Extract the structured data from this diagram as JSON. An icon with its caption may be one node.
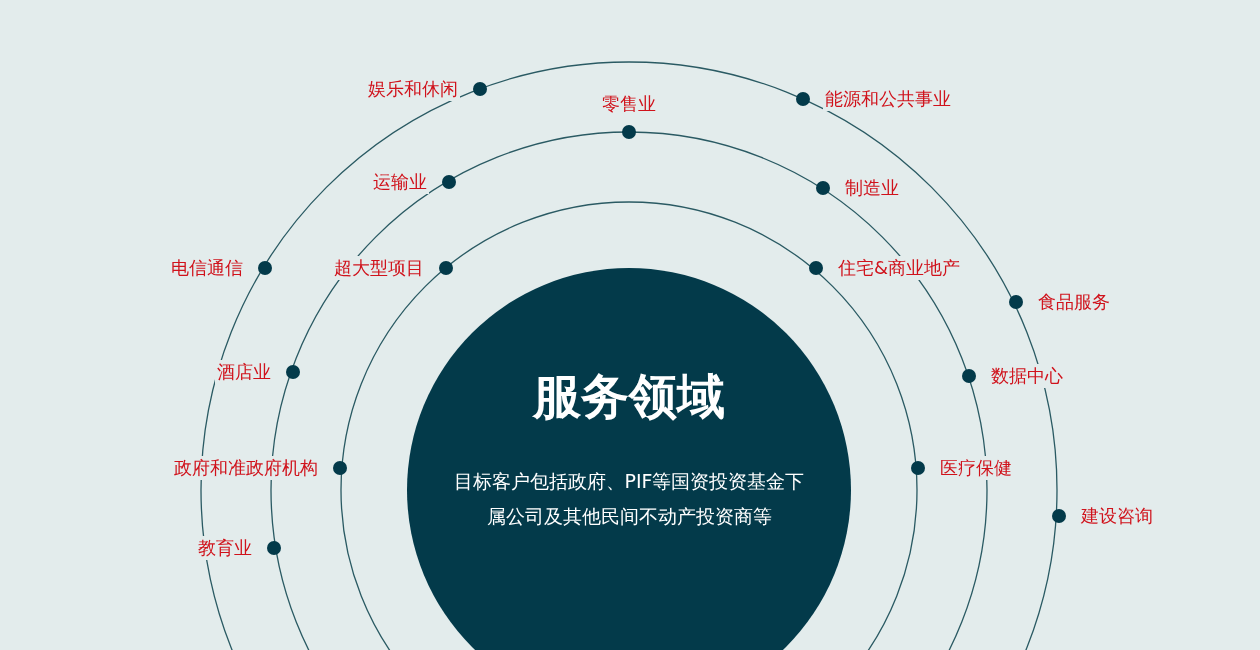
{
  "diagram": {
    "nodes": [
      {
        "text": [
          "服务领域",
          "目标客户包括政府、PIF等国资投资基金下属公司及其他民间不动产投资商等"
        ]
      }
    ],
    "labels": [
      "娱乐和休闲",
      "零售业",
      "能源和公共事业",
      "运输业",
      "制造业",
      "电信通信",
      "超大型项目",
      "住宅&商业地产",
      "食品服务",
      "酒店业",
      "数据中心",
      "政府和准政府机构",
      "医疗保健",
      "建设咨询",
      "教育业"
    ]
  }
}
